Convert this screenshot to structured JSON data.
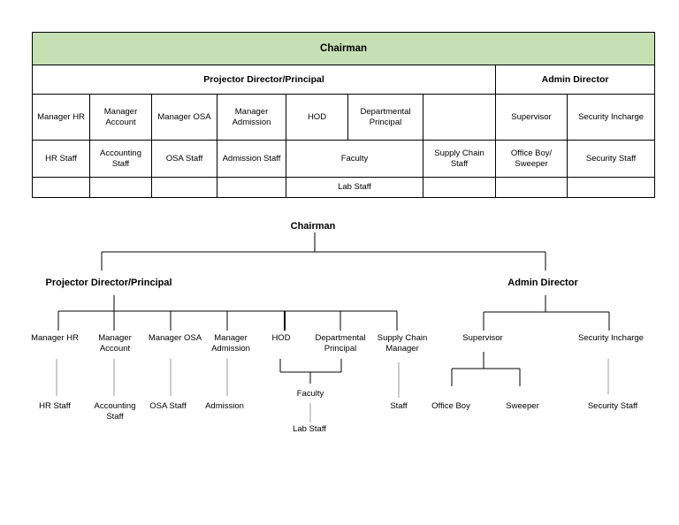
{
  "table": {
    "chairman": "Chairman",
    "director": "Projector Director/Principal",
    "admin": "Admin Director",
    "r3": [
      "Manager HR",
      "Manager Account",
      "Manager OSA",
      "Manager Admission",
      "HOD",
      "Departmental Principal",
      "",
      "Supervisor",
      "Security Incharge"
    ],
    "r4": [
      "HR Staff",
      "Accounting Staff",
      "OSA Staff",
      "Admission Staff",
      "Faculty",
      "Supply Chain Staff",
      "Office Boy/ Sweeper",
      "Security  Staff"
    ],
    "lab": "Lab Staff"
  },
  "tree": {
    "chairman": "Chairman",
    "director": "Projector Director/Principal",
    "admin": "Admin Director",
    "managers": [
      "Manager HR",
      "Manager Account",
      "Manager OSA",
      "Manager Admission",
      "HOD",
      "Departmental Principal",
      "Supply Chain Manager"
    ],
    "staff": [
      "HR Staff",
      "Accounting Staff",
      "OSA Staff",
      "Admission",
      "Staff"
    ],
    "faculty": "Faculty",
    "lab": "Lab Staff",
    "supervisor": "Supervisor",
    "security_incharge": "Security Incharge",
    "office_boy": "Office Boy",
    "sweeper": "Sweeper",
    "security_staff": "Security  Staff"
  }
}
